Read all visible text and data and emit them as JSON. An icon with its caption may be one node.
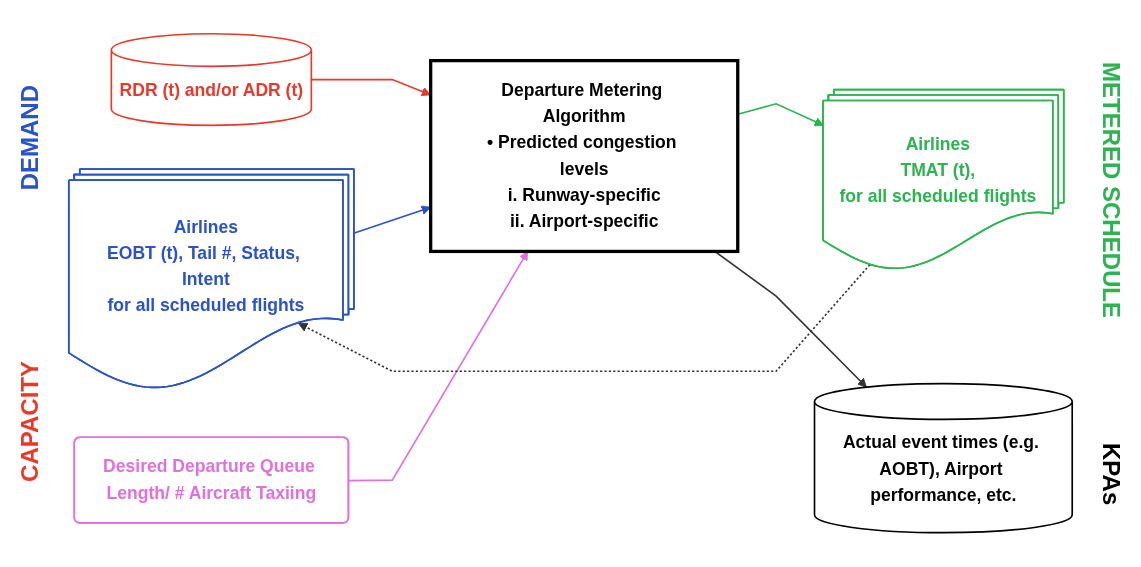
{
  "diagram": {
    "nodes": [
      {
        "text": [
          "Airlines",
          "EOBT (t), Tail #, Status, Intent",
          "for all scheduled flights"
        ]
      },
      {
        "text": [
          "Departure Metering Algorithm",
          "• Predicted congestion levels",
          "i. Runway-specific",
          "ii. Airport-specific"
        ]
      },
      {
        "text": [
          "Airlines",
          "TMAT (t),",
          "for all scheduled flights"
        ]
      },
      {
        "text": [
          "RDR (t) and/or ADR (t)"
        ]
      },
      {
        "text": [
          "Desired Departure Queue Length/ # Aircraft Taxiing"
        ]
      },
      {
        "text": [
          "Actual event times (e.g. AOBT), Airport performance, etc."
        ]
      }
    ],
    "edges": [
      {
        "from": 0,
        "to": 1,
        "arrow": "to",
        "color": "#2a52c9"
      },
      {
        "from": 3,
        "to": 1,
        "arrow": "to",
        "color": "#e8392b"
      },
      {
        "from": 4,
        "to": 1,
        "arrow": "to",
        "color": "#e070e0"
      },
      {
        "from": 1,
        "to": 2,
        "arrow": "to",
        "color": "#2db350"
      },
      {
        "from": 1,
        "to": 5,
        "arrow": "to"
      },
      {
        "from": 2,
        "to": 0,
        "arrow": "to",
        "style": "dashed"
      }
    ],
    "labels": [
      "DEMAND",
      "CAPACITY",
      "METERED SCHEDULE",
      "KPAs"
    ]
  }
}
